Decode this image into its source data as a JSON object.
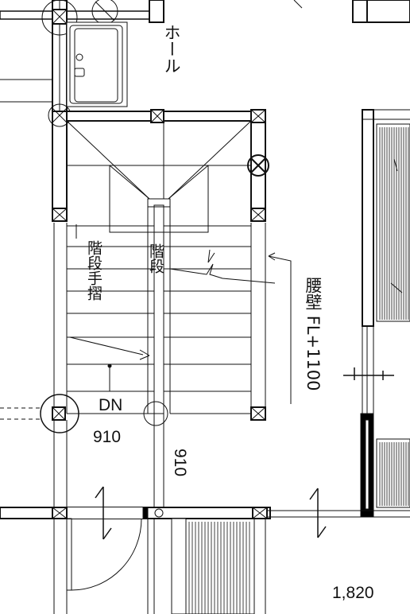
{
  "labels": {
    "hall": "ホール",
    "stairs": "階段",
    "handrail": "階段手摺",
    "dn": "DN",
    "waist_wall": "腰壁 FL+1100",
    "dim_910_h": "910",
    "dim_910_v": "910",
    "dim_1820": "1,820"
  },
  "colors": {
    "line": "#111111",
    "wall": "#000000",
    "paper": "#ffffff"
  }
}
